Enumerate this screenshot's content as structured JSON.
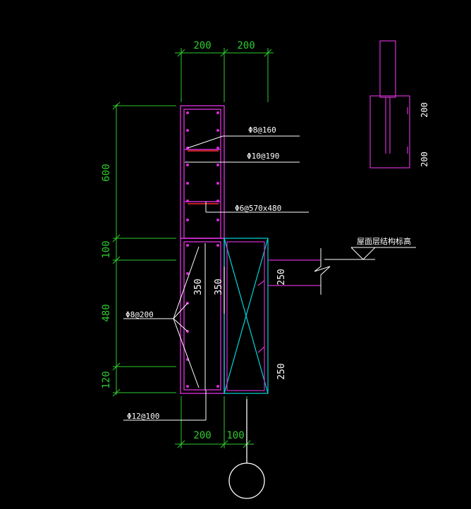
{
  "colors": {
    "background": "#000000",
    "dimension": "#2ecc2e",
    "outline": "#d32fd3",
    "leader": "#ffffff",
    "column": "#00d6d6",
    "highlight": "#ff2a2a"
  },
  "dims_top": [
    "200",
    "200"
  ],
  "dims_left": [
    "600",
    "100",
    "480",
    "120"
  ],
  "dims_bottom": [
    "200",
    "100"
  ],
  "inner_dims": [
    "350",
    "350",
    "250",
    "250"
  ],
  "rebar_labels": {
    "r1": "Φ8@160",
    "r2": "Φ10@190",
    "r3": "Φ6@570x480",
    "r4": "Φ8@200",
    "r5": "Φ12@100"
  },
  "level_label": "屋面层结构标高",
  "detail_dims": [
    "200",
    "200"
  ]
}
